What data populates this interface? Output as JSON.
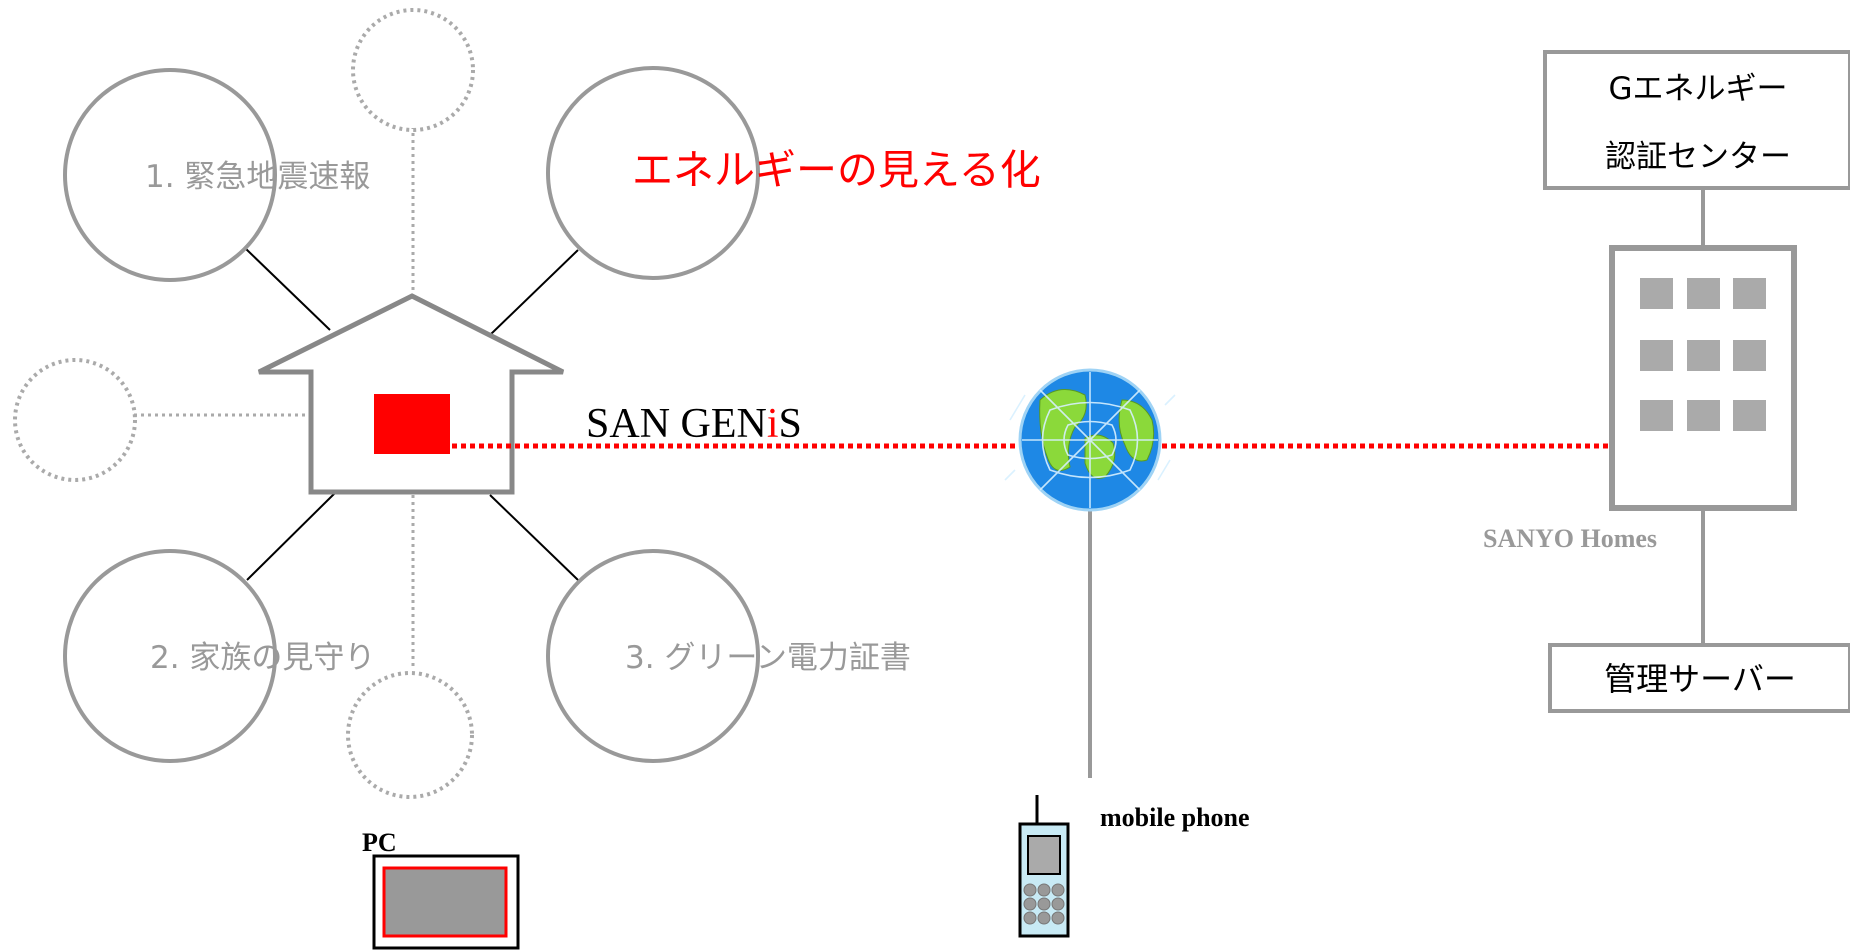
{
  "features": {
    "f1": "1. 緊急地震速報",
    "f2": "2. 家族の見守り",
    "f3": "3. グリーン電力証書",
    "energy": "エネルギーの見える化"
  },
  "network": {
    "name_prefix": "SAN GEN",
    "name_highlight": "i",
    "name_suffix": "S"
  },
  "devices": {
    "pc": "PC",
    "mobile": "mobile phone"
  },
  "company": {
    "label": "SANYO Homes",
    "cert_line1": "Gエネルギー",
    "cert_line2": "認証センター",
    "server": "管理サーバー"
  },
  "colors": {
    "accent_red": "#ff0000",
    "gray": "#999999",
    "globe_blue": "#1e88e5",
    "globe_land": "#8bd93a"
  }
}
